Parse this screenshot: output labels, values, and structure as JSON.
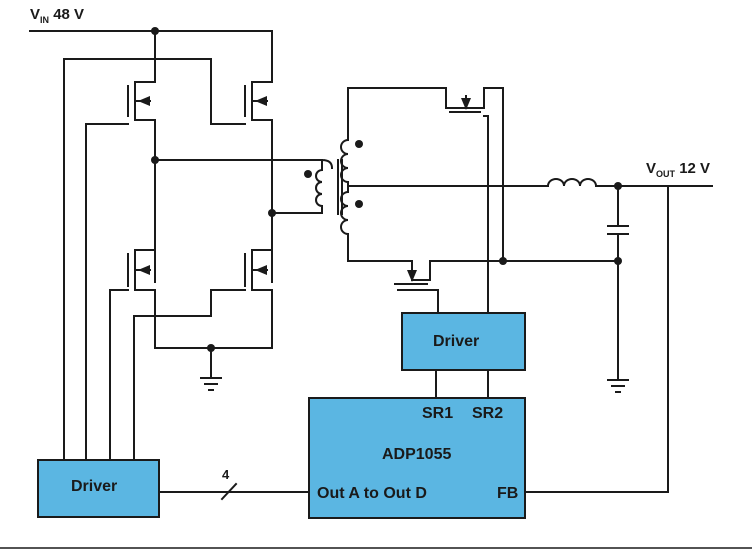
{
  "labels": {
    "vin_main": "V",
    "vin_sub": "IN",
    "vin_value": "48 V",
    "vout_main": "V",
    "vout_sub": "OUT",
    "vout_value": "12 V",
    "bus_width": "4"
  },
  "blocks": {
    "driver_left": "Driver",
    "driver_sr": "Driver",
    "controller": "ADP1055",
    "pin_sr1": "SR1",
    "pin_sr2": "SR2",
    "pin_out": "Out A to Out D",
    "pin_fb": "FB"
  },
  "colors": {
    "block_fill": "#5bb6e2",
    "wire": "#1a1a1a"
  }
}
